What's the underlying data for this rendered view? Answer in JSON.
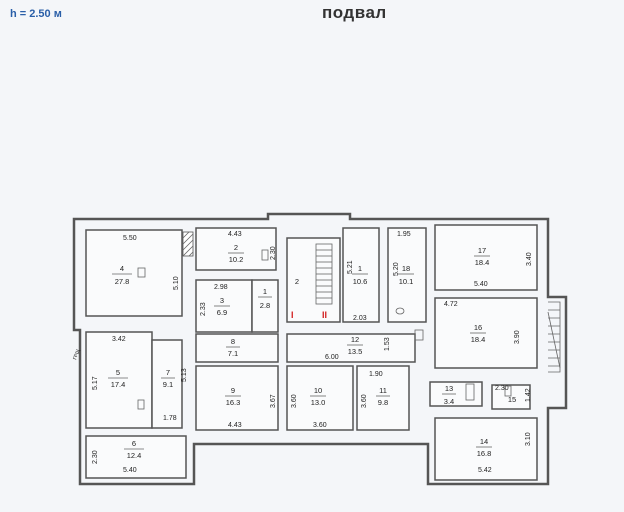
{
  "header": {
    "height_label": "h = 2.50 м",
    "title": "подвал"
  },
  "rooms": [
    {
      "num": "1",
      "area": "2.8"
    },
    {
      "num": "1",
      "area": "10.6"
    },
    {
      "num": "2",
      "area": "10.2"
    },
    {
      "num": "2",
      "area": ""
    },
    {
      "num": "3",
      "area": "6.9"
    },
    {
      "num": "4",
      "area": "27.8"
    },
    {
      "num": "5",
      "area": "17.4"
    },
    {
      "num": "6",
      "area": "12.4"
    },
    {
      "num": "7",
      "area": "9.1"
    },
    {
      "num": "8",
      "area": "7.1"
    },
    {
      "num": "9",
      "area": "16.3"
    },
    {
      "num": "10",
      "area": "13.0"
    },
    {
      "num": "11",
      "area": "9.8"
    },
    {
      "num": "12",
      "area": "13.5"
    },
    {
      "num": "13",
      "area": "3.4"
    },
    {
      "num": "14",
      "area": "16.8"
    },
    {
      "num": "15",
      "area": ""
    },
    {
      "num": "16",
      "area": "18.4"
    },
    {
      "num": "17",
      "area": "18.4"
    },
    {
      "num": "18",
      "area": "10.1"
    }
  ],
  "dims": [
    "5.50",
    "5.10",
    "4.43",
    "2.30",
    "2.98",
    "2.33",
    "5.21",
    "1.95",
    "5.20",
    "3.40",
    "4.72",
    "5.40",
    "3.90",
    "3.42",
    "5.17",
    "5.13",
    "1.78",
    "2.03",
    "6.00",
    "1.53",
    "1.90",
    "3.67",
    "4.43",
    "3.60",
    "3.60",
    "3.60",
    "2.30",
    "1.42",
    "2.30",
    "5.40",
    "5.42",
    "3.10"
  ],
  "stair_labels": {
    "roman1": "I",
    "roman2": "II"
  },
  "misc": {
    "small_label": "ГРЩ"
  }
}
